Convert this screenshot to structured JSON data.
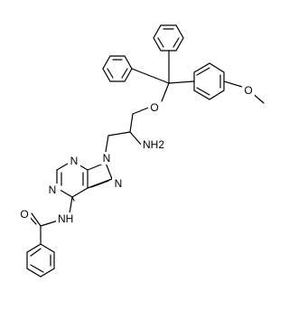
{
  "structure": {
    "atom_labels": {
      "purine_n1": "N",
      "purine_n3": "N",
      "purine_n7": "N",
      "purine_n9": "N",
      "amide_nh": "NH",
      "amide_o": "O",
      "amine": "NH2",
      "ether_o": "O",
      "methoxy_o": "O"
    },
    "colors": {
      "bond": "#000000",
      "text": "#000000",
      "background": "#ffffff"
    }
  }
}
